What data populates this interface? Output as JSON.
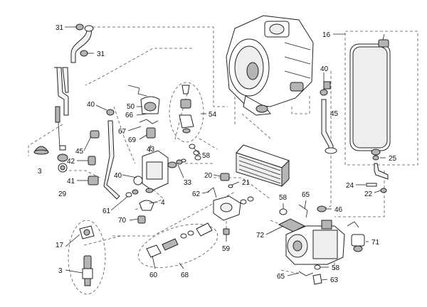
{
  "labels": {
    "l31a": "31",
    "l31b": "31",
    "l16": "16",
    "l40a": "40",
    "l40b": "40",
    "l40c": "40",
    "l45a": "45",
    "l45b": "45",
    "l50": "50",
    "l66": "66",
    "l67": "67",
    "l69": "69",
    "l54": "54",
    "l43": "43",
    "l42": "42",
    "l41": "41",
    "l3a": "3",
    "l29": "29",
    "l58a": "58",
    "l58b": "58",
    "l58c": "58",
    "l33": "33",
    "l20": "20",
    "l21": "21",
    "l62": "62",
    "l4": "4",
    "l61": "61",
    "l70": "70",
    "l72": "72",
    "l59": "59",
    "l65a": "65",
    "l65b": "65",
    "l46": "46",
    "l25": "25",
    "l24": "24",
    "l22": "22",
    "l71": "71",
    "l17": "17",
    "l3b": "3",
    "l60": "60",
    "l68": "68",
    "l63": "63"
  }
}
